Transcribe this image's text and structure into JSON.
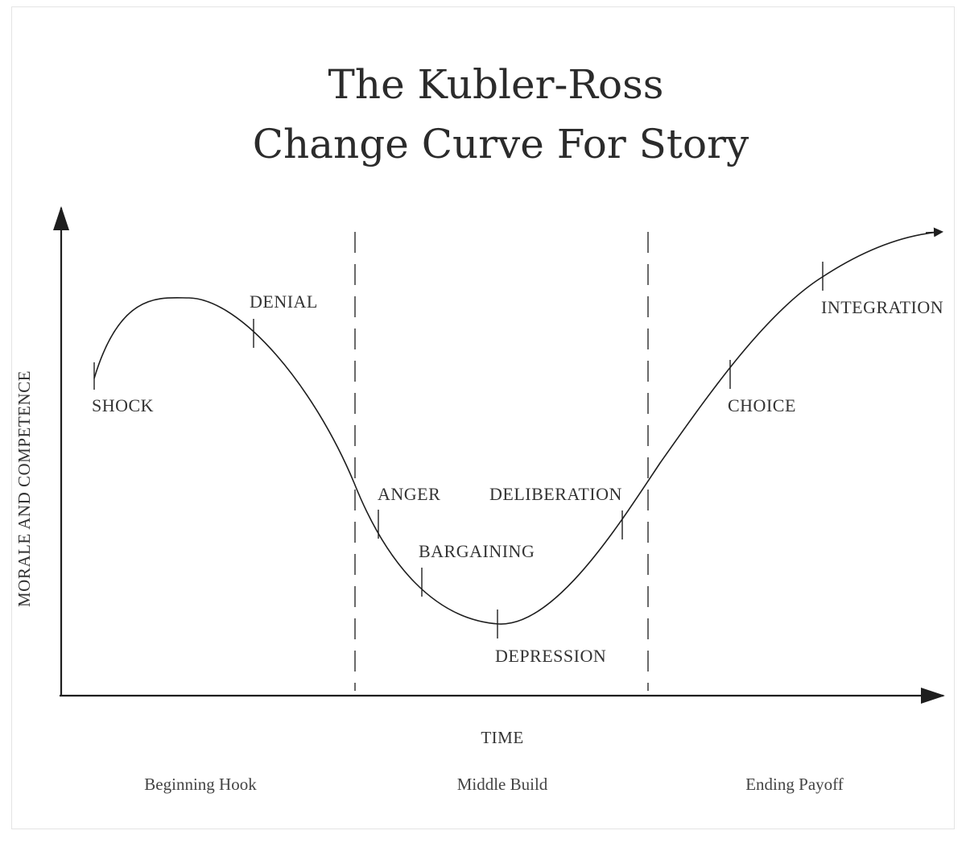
{
  "title": {
    "line1": "The Kubler-Ross",
    "line2": "Change Curve For Story"
  },
  "axes": {
    "y_label": "MORALE AND COMPETENCE",
    "x_label": "TIME"
  },
  "stages": {
    "shock": "SHOCK",
    "denial": "DENIAL",
    "anger": "ANGER",
    "bargaining": "BARGAINING",
    "depression": "DEPRESSION",
    "deliberation": "DELIBERATION",
    "choice": "CHOICE",
    "integration": "INTEGRATION"
  },
  "sections": {
    "beginning": "Beginning Hook",
    "middle": "Middle Build",
    "ending": "Ending Payoff"
  },
  "colors": {
    "ink": "#1e1e1e",
    "text": "#333333"
  }
}
